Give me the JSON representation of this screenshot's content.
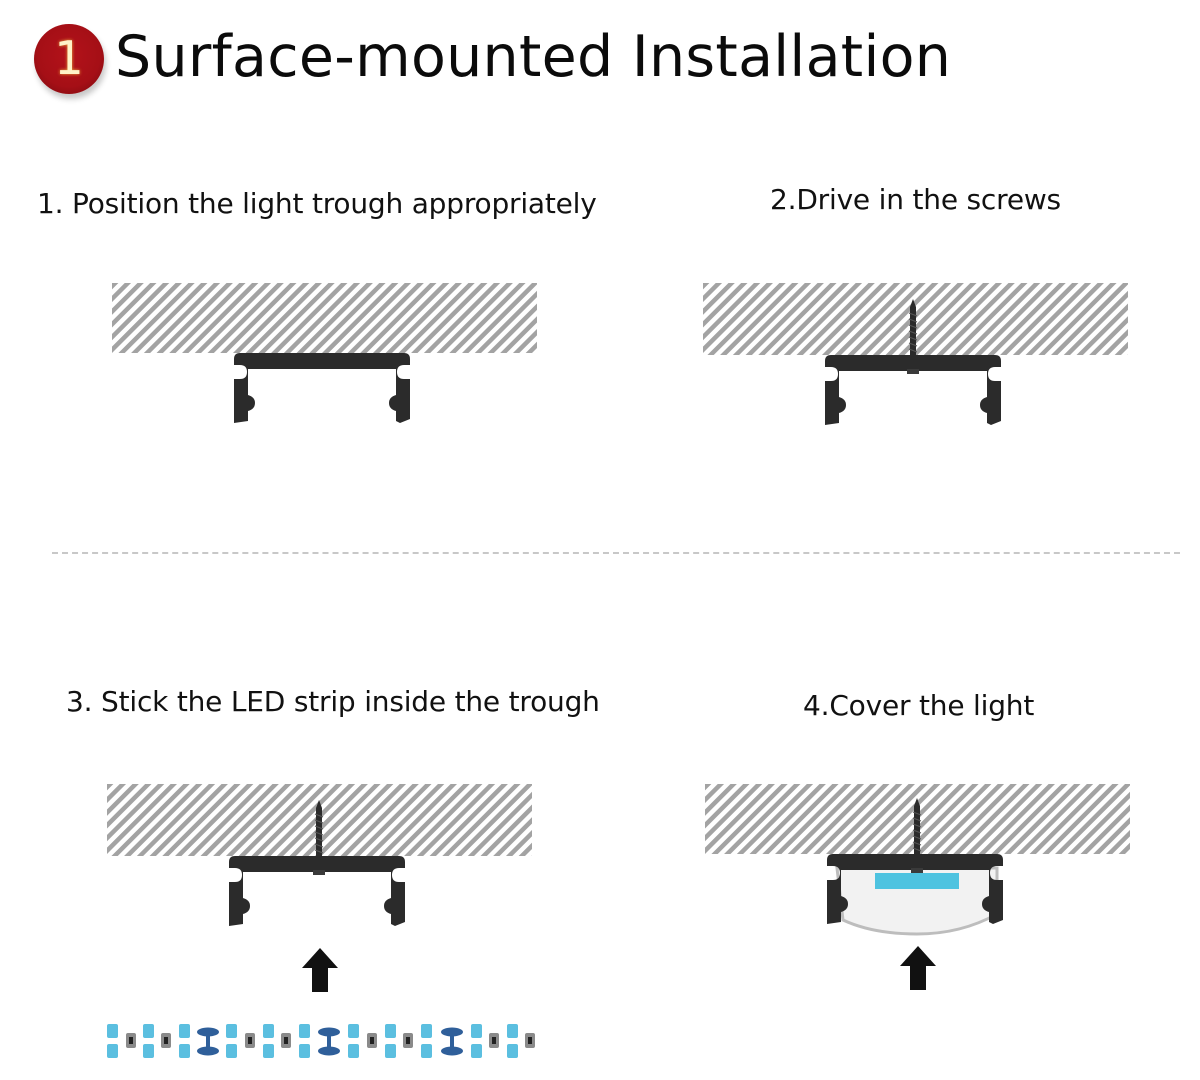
{
  "header": {
    "badge_number": "1",
    "badge_color": "#a50f16",
    "title": "Surface-mounted Installation"
  },
  "steps": [
    {
      "number": 1,
      "label": "1. Position the light trough appropriately",
      "diagram": "trough-against-ceiling"
    },
    {
      "number": 2,
      "label": "2.Drive in the screws",
      "diagram": "trough-with-screw"
    },
    {
      "number": 3,
      "label": "3. Stick the LED strip inside the trough",
      "diagram": "trough-with-screw-arrow-led-strip"
    },
    {
      "number": 4,
      "label": "4.Cover the light",
      "diagram": "trough-with-cover-arrow"
    }
  ],
  "colors": {
    "profile": "#2b2b2b",
    "hatch": "#9a9a9a",
    "led": "#4ec3e0",
    "diffuser": "#f2f2f2",
    "led_chip": "#5bbfe0",
    "resistor": "#8a8a8a",
    "ic_chip": "#2f5f9a",
    "divider": "#c8c8c8"
  }
}
